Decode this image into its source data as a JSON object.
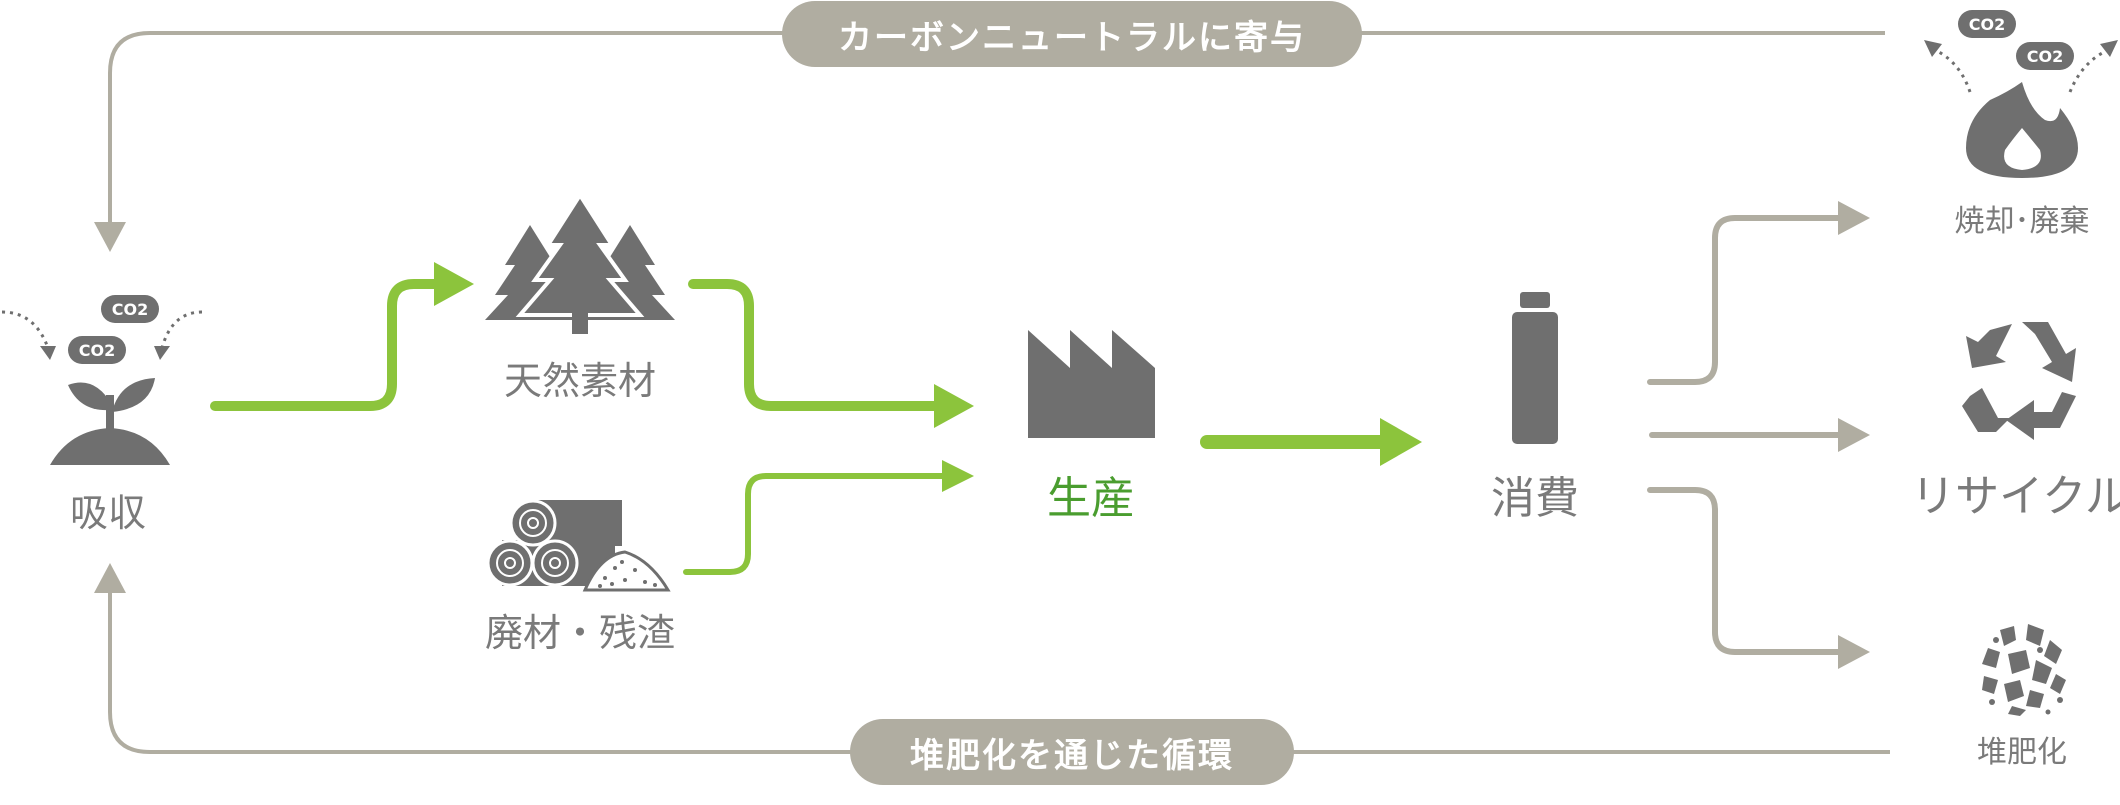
{
  "colors": {
    "green": "#8cc43c",
    "gray_line": "#b0ada1",
    "icon": "#6f6f6f",
    "text": "#7a7a7a",
    "green_text": "#4a9d2f"
  },
  "top_loop": {
    "label": "カーボンニュートラルに寄与"
  },
  "bottom_loop": {
    "label": "堆肥化を通じた循環"
  },
  "nodes": {
    "absorption": {
      "label": "吸収",
      "icon": "sprout-icon"
    },
    "natural_material": {
      "label": "天然素材",
      "icon": "trees-icon"
    },
    "waste_material": {
      "label": "廃材・残渣",
      "icon": "logs-icon"
    },
    "production": {
      "label": "生産",
      "icon": "factory-icon"
    },
    "consumption": {
      "label": "消費",
      "icon": "bottle-icon"
    },
    "incineration": {
      "label": "焼却･廃棄",
      "icon": "flame-icon"
    },
    "recycle": {
      "label": "リサイクル",
      "icon": "recycle-icon"
    },
    "compost": {
      "label": "堆肥化",
      "icon": "compost-icon"
    }
  },
  "co2_badges": [
    "CO2",
    "CO2",
    "CO2",
    "CO2"
  ]
}
